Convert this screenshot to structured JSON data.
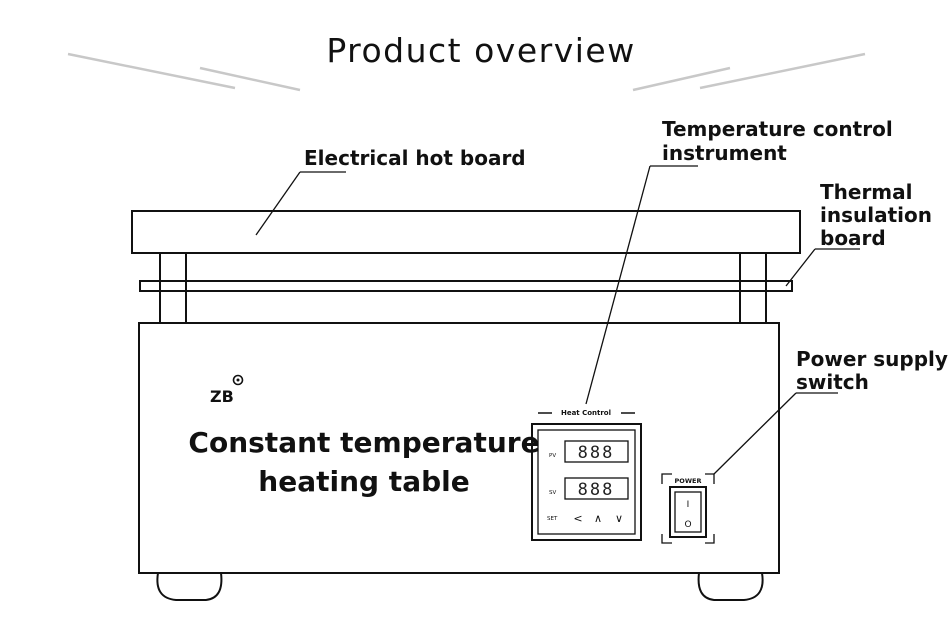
{
  "title": "Product overview",
  "callouts": {
    "hot_board": "Electrical hot board",
    "temp_control_line1": "Temperature control",
    "temp_control_line2": "instrument",
    "insulation_line1": "Thermal",
    "insulation_line2": "insulation",
    "insulation_line3": "board",
    "power_line1": "Power supply",
    "power_line2": "switch"
  },
  "device": {
    "logo": "ZB",
    "name_line1": "Constant temperature",
    "name_line2": "heating table",
    "controller": {
      "header": "Heat Control",
      "pv_label": "PV",
      "sv_label": "SV",
      "pv_display": "888",
      "sv_display": "888",
      "set_label": "SET",
      "buttons": [
        "<",
        "∧",
        "∨"
      ]
    },
    "switch": {
      "label": "POWER",
      "on_symbol": "I",
      "off_symbol": "O"
    }
  }
}
